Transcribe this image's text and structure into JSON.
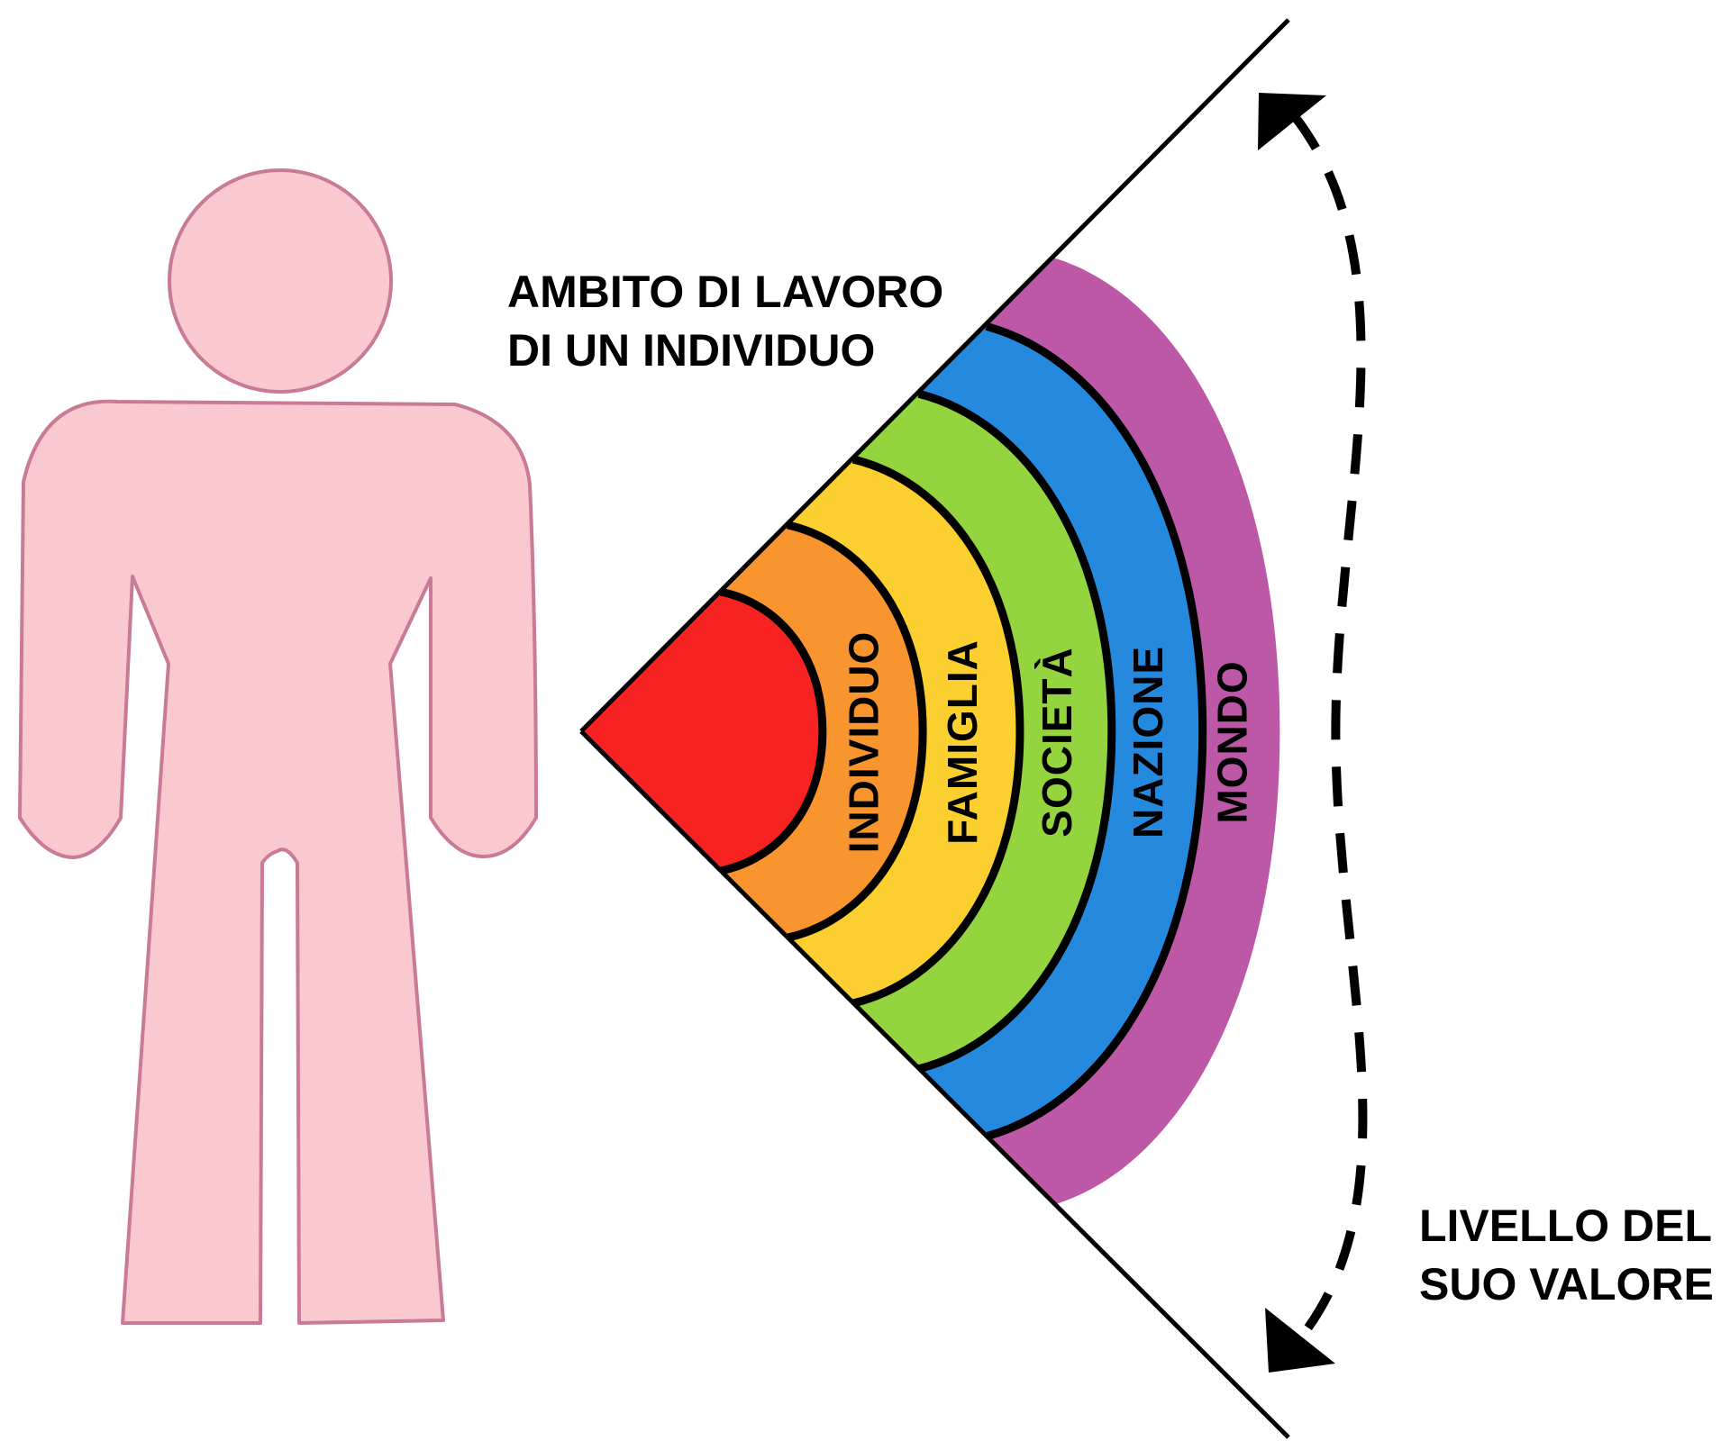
{
  "scope_title": {
    "line1": "AMBITO DI LAVORO",
    "line2": "DI UN INDIVIDUO"
  },
  "value_title": {
    "line1": "LIVELLO DEL",
    "line2": "SUO VALORE"
  },
  "bands": [
    {
      "label": "",
      "color": "#f72323"
    },
    {
      "label": "INDIVIDUO",
      "color": "#f9952e"
    },
    {
      "label": "FAMIGLIA",
      "color": "#facf2f"
    },
    {
      "label": "SOCIETÀ",
      "color": "#93d43f"
    },
    {
      "label": "NAZIONE",
      "color": "#2589de"
    },
    {
      "label": "MONDO",
      "color": "#bd58a7"
    }
  ],
  "person": {
    "fill": "#f9c9cf",
    "stroke": "#c97a96"
  }
}
